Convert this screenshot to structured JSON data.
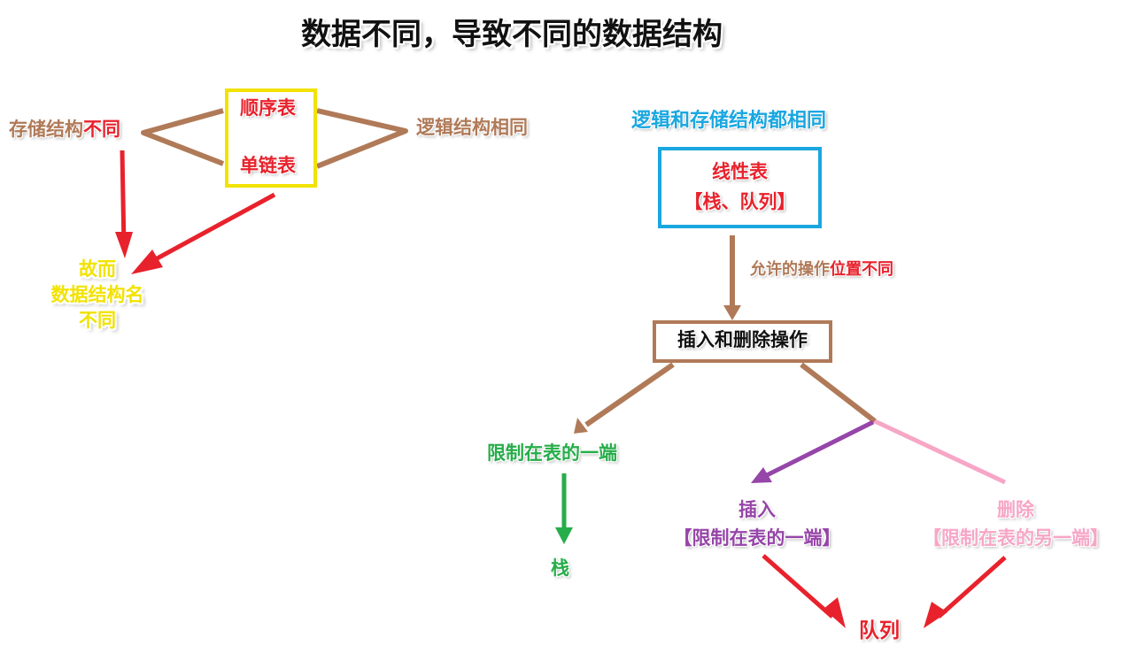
{
  "title": "数据不同，导致不同的数据结构",
  "left": {
    "box_top": "顺序表",
    "box_bottom": "单链表",
    "storage_prefix": "存储结构",
    "storage_suffix": "不同",
    "logic_same": "逻辑结构相同",
    "result_line1": "故而",
    "result_line2": "数据结构名",
    "result_line3": "不同"
  },
  "right": {
    "header": "逻辑和存储结构都相同",
    "linear_line1": "线性表",
    "linear_line2": "【栈、队列】",
    "allow_prefix": "允许的操作",
    "allow_suffix": "位置不同",
    "ops": "插入和删除操作",
    "restrict_one_end": "限制在表的一端",
    "stack": "栈",
    "insert_line1": "插入",
    "insert_line2": "【限制在表的一端】",
    "delete_line1": "删除",
    "delete_line2": "【限制在表的另一端】",
    "queue": "队列"
  },
  "colors": {
    "brown": "#b07a58",
    "red": "#e8222c",
    "yellow": "#f2e200",
    "blue": "#1aa7e0",
    "green": "#27ad4a",
    "purple": "#9645a8",
    "pink": "#f7a6c6"
  }
}
